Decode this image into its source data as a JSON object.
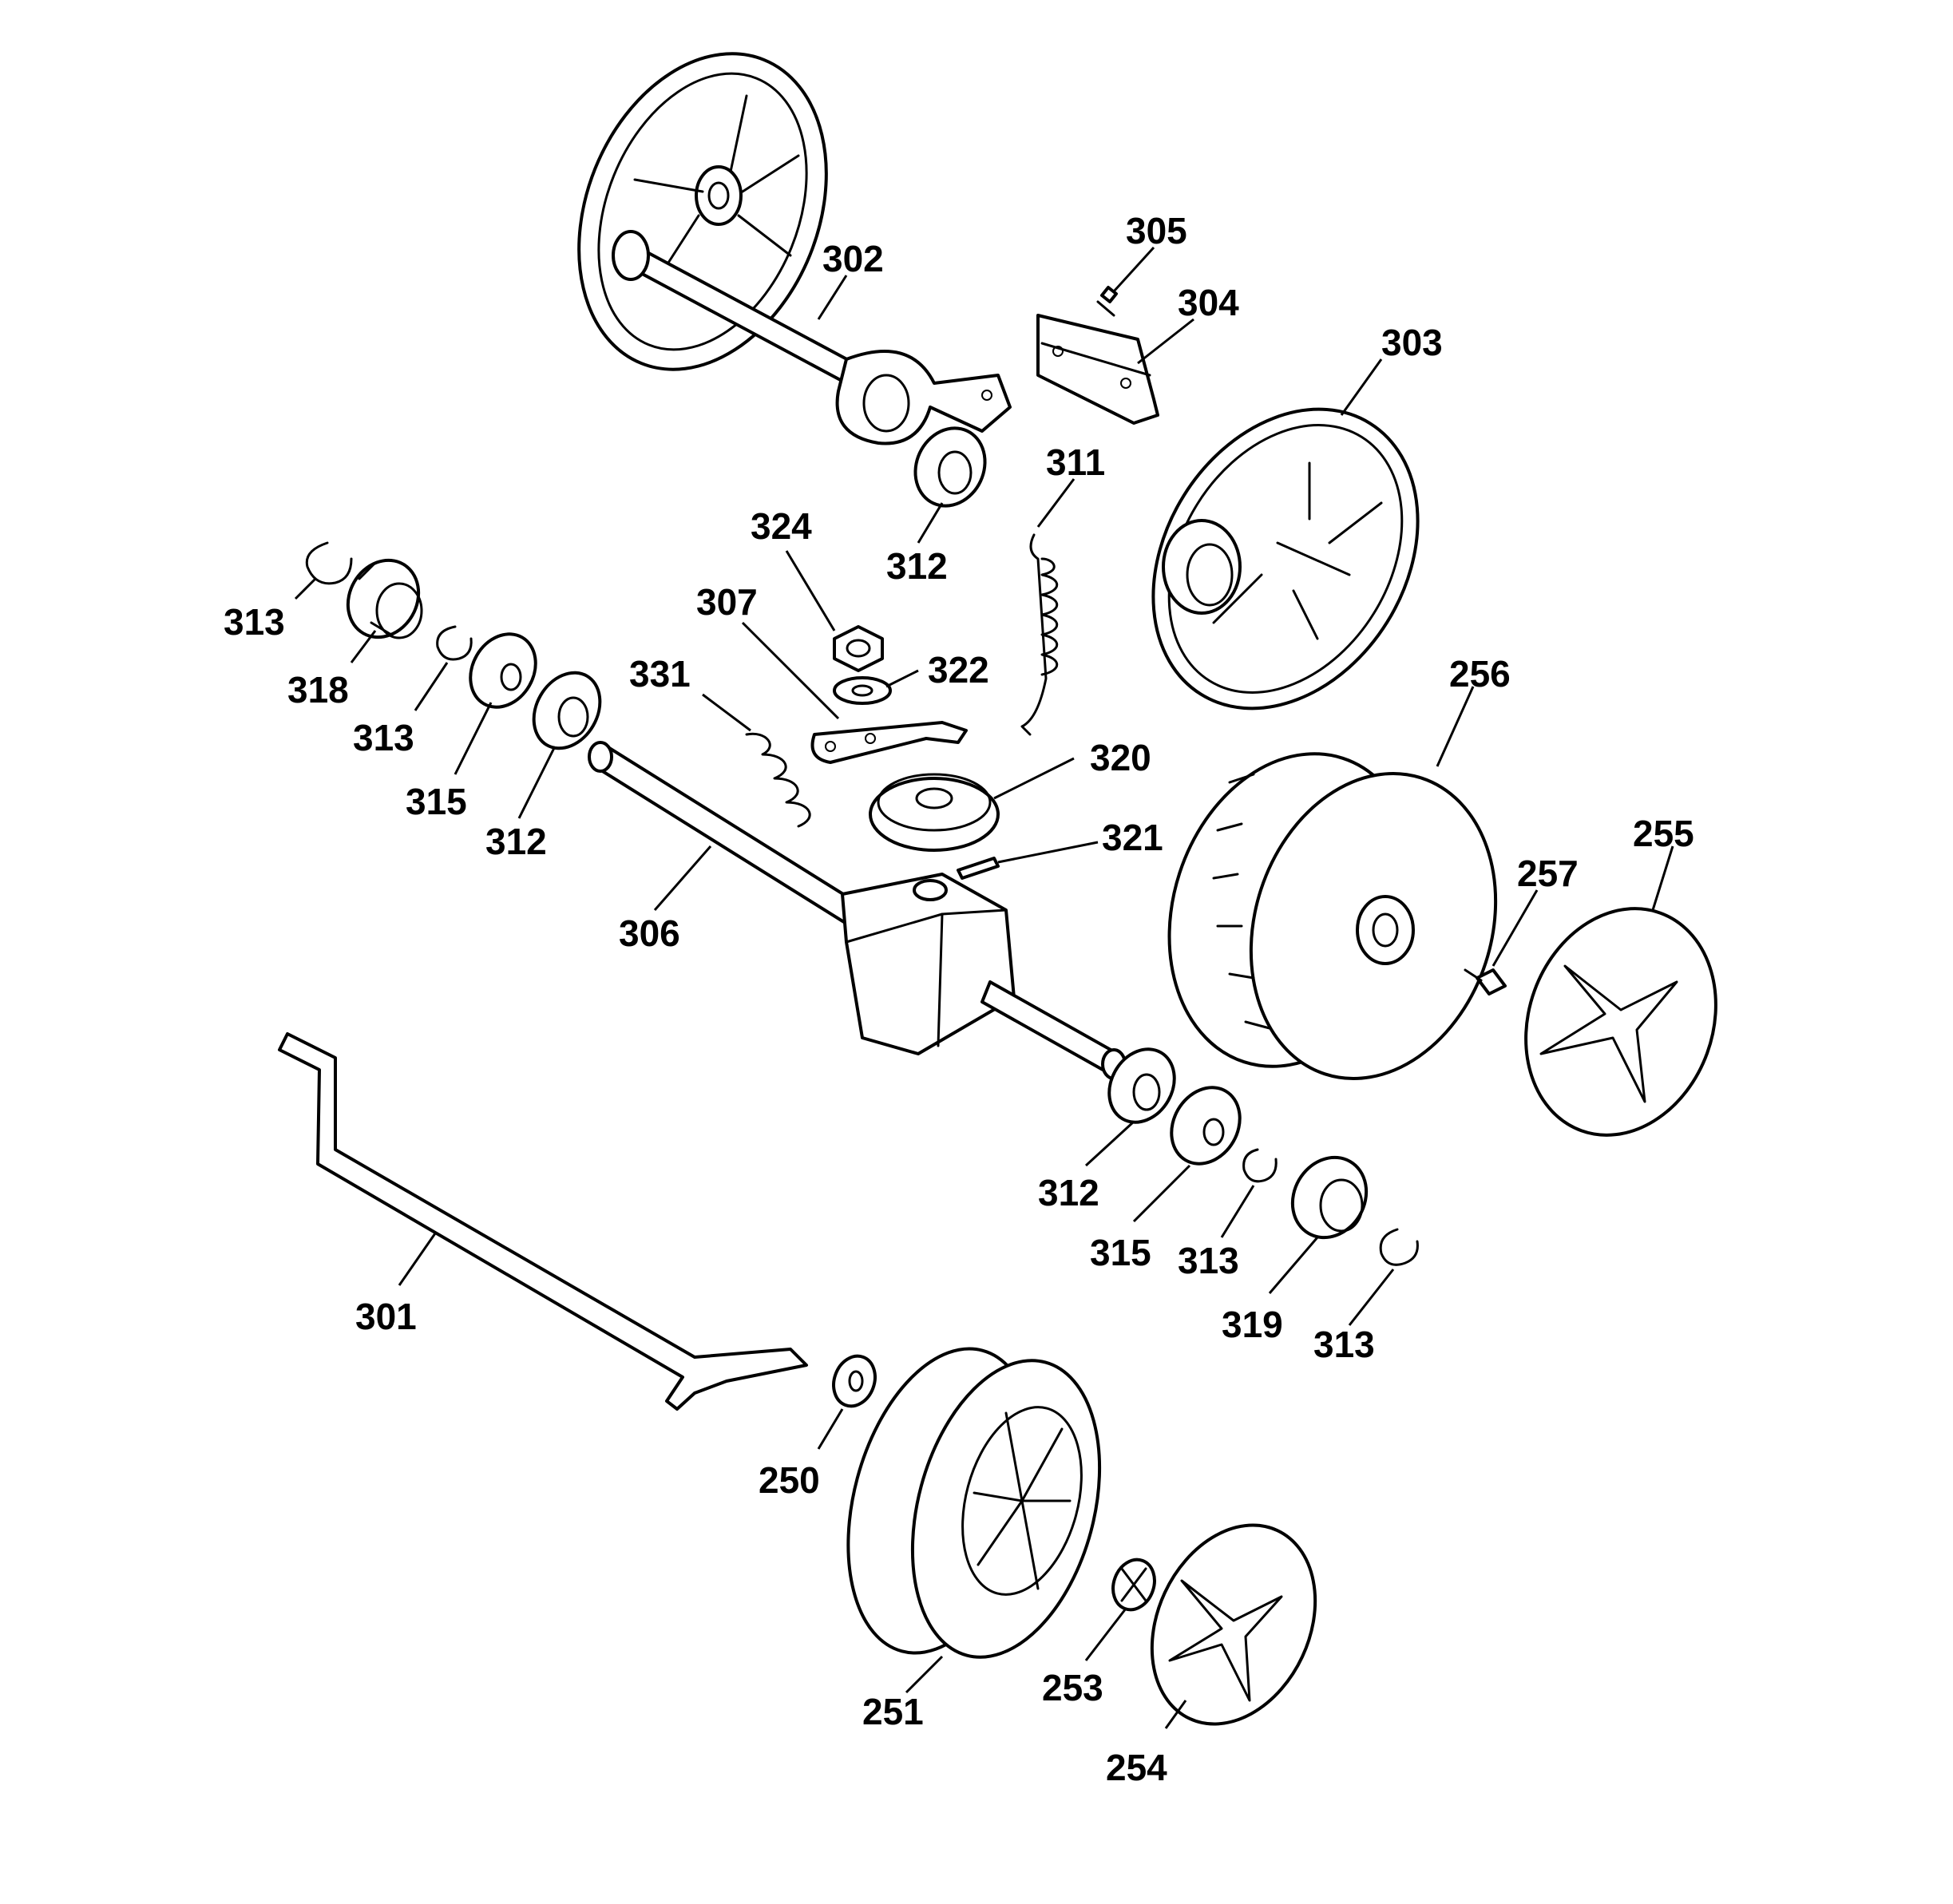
{
  "diagram": {
    "callouts": [
      {
        "label": "302"
      },
      {
        "label": "305"
      },
      {
        "label": "304"
      },
      {
        "label": "303"
      },
      {
        "label": "311"
      },
      {
        "label": "312"
      },
      {
        "label": "324"
      },
      {
        "label": "313"
      },
      {
        "label": "307"
      },
      {
        "label": "318"
      },
      {
        "label": "322"
      },
      {
        "label": "331"
      },
      {
        "label": "313"
      },
      {
        "label": "256"
      },
      {
        "label": "320"
      },
      {
        "label": "315"
      },
      {
        "label": "255"
      },
      {
        "label": "312"
      },
      {
        "label": "321"
      },
      {
        "label": "257"
      },
      {
        "label": "306"
      },
      {
        "label": "312"
      },
      {
        "label": "315"
      },
      {
        "label": "313"
      },
      {
        "label": "301"
      },
      {
        "label": "319"
      },
      {
        "label": "313"
      },
      {
        "label": "250"
      },
      {
        "label": "253"
      },
      {
        "label": "251"
      },
      {
        "label": "254"
      }
    ]
  }
}
